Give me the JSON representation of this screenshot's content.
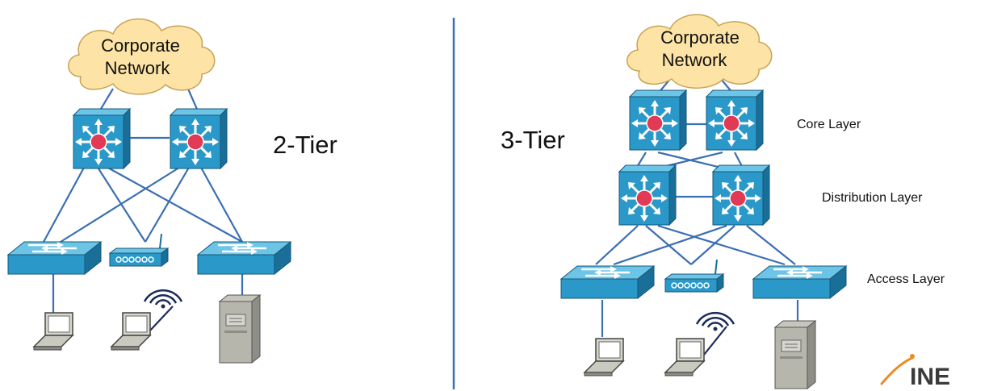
{
  "two_tier": {
    "cloud_line1": "Corporate",
    "cloud_line2": "Network",
    "title": "2-Tier"
  },
  "three_tier": {
    "cloud_line1": "Corporate",
    "cloud_line2": "Network",
    "title": "3-Tier",
    "layers": {
      "core": "Core Layer",
      "distribution": "Distribution Layer",
      "access": "Access Layer"
    }
  },
  "logo": {
    "text": "INE"
  },
  "colors": {
    "cloud_fill": "#fde3a5",
    "cloud_stroke": "#c9a356",
    "device_front": "#2a99c9",
    "device_top": "#6cc4e6",
    "device_side": "#1a6f98",
    "link": "#3a6fb3",
    "divider": "#3a6fb3",
    "router_center": "#e23a54",
    "logo_accent": "#f08a24"
  },
  "icons": [
    "cloud-icon",
    "l3-switch-icon",
    "l2-switch-icon",
    "wireless-ap-icon",
    "laptop-icon",
    "server-icon",
    "wifi-signal-icon"
  ]
}
